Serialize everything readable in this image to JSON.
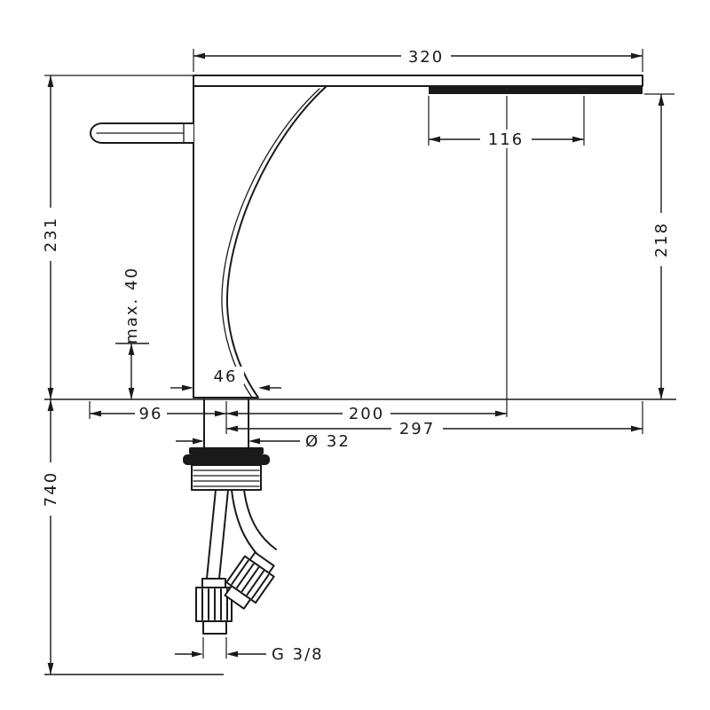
{
  "drawing": {
    "dims": {
      "plate_width": "320",
      "outlet_width": "116",
      "height_total": "231",
      "height_underside": "218",
      "max_thickness": "max. 40",
      "body_width": "46",
      "handle_projection": "96",
      "spout_projection": "200",
      "overall_projection": "297",
      "shaft_diameter": "Ø 32",
      "hose_length": "740",
      "thread_size": "G 3/8"
    },
    "colors": {
      "ink": "#1a1a1a",
      "background": "#ffffff"
    }
  }
}
